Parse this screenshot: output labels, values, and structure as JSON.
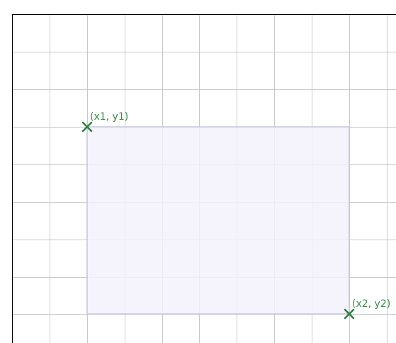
{
  "diagram": {
    "point_1": {
      "label": "(x1, y1)",
      "marker": "x-cross-marker"
    },
    "point_2": {
      "label": "(x2, y2)",
      "marker": "x-cross-marker"
    }
  },
  "colors": {
    "background": "#ffffff",
    "grid_line": "#c8c8c8",
    "axis_line": "#000000",
    "rect_fill": "#f3f2fb",
    "rect_stroke": "#c6c5df",
    "marker": "#2e7d3e",
    "label_text": "#3a8a47"
  }
}
